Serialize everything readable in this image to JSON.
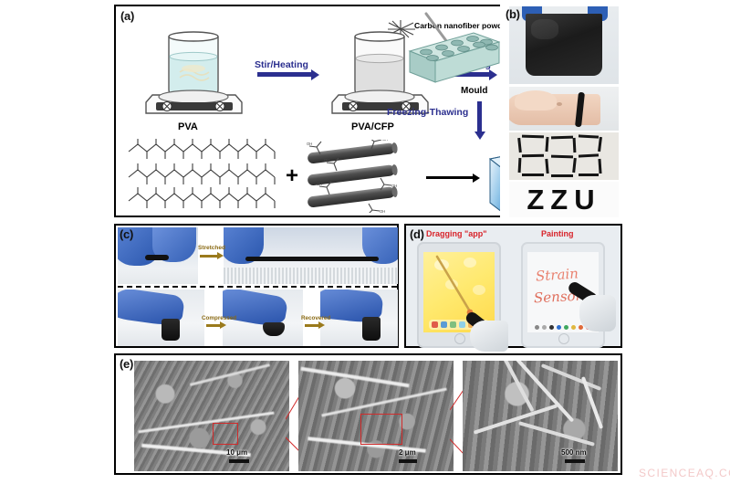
{
  "figure": {
    "watermark": "SCIENCEAQ.COM",
    "panels": [
      {
        "id": "a",
        "label": "(a)"
      },
      {
        "id": "b",
        "label": "(b)"
      },
      {
        "id": "c",
        "label": "(c)"
      },
      {
        "id": "d",
        "label": "(d)"
      },
      {
        "id": "e",
        "label": "(e)"
      }
    ]
  },
  "panel_a": {
    "label": "(a)",
    "callout_nanofiber": "Carbon nanofiber powders",
    "beaker1_caption": "PVA",
    "beaker2_caption": "PVA/CFP",
    "arrow1_label": "Stir/Heating",
    "arrow2_label": "Stir/Heating",
    "mould_label": "Mould",
    "freeze_label": "Freezing-Thawing",
    "plus_sign": "+",
    "oh_group": "OH",
    "polymer_chains": 3,
    "nanofiber_rods": 3
  },
  "panel_b": {
    "label": "(b)",
    "images": [
      {
        "name": "hydrogel-film-stretched-by-hands"
      },
      {
        "name": "hydrogel-band-worn-on-wrist"
      },
      {
        "name": "hydrogel-strips-grid-on-paper"
      },
      {
        "name": "hydrogel-letters-zzu"
      }
    ],
    "letters": "ZZU"
  },
  "panel_c": {
    "label": "(c)",
    "top_arrow_label": "Stretched",
    "bottom_arrow_labels": [
      "Compressed",
      "Recovered"
    ],
    "top_images": [
      {
        "name": "gloved-fingers-holding-short-hydrogel"
      },
      {
        "name": "gloved-fingers-holding-stretched-hydrogel"
      }
    ],
    "bottom_images": [
      {
        "name": "hydrogel-cylinder-original"
      },
      {
        "name": "hydrogel-cylinder-compressed"
      },
      {
        "name": "hydrogel-cylinder-recovered"
      }
    ]
  },
  "panel_d": {
    "label": "(d)",
    "left_title": "Dragging \"app\"",
    "right_title": "Painting",
    "handwriting_line1": "Strain",
    "handwriting_line2": "Sensor",
    "devices": [
      {
        "name": "tablet-with-yellow-home-screen"
      },
      {
        "name": "tablet-with-white-drawing-canvas"
      }
    ]
  },
  "panel_e": {
    "label": "(e)",
    "images": [
      {
        "name": "sem-low-magnification",
        "scale": "10 μm"
      },
      {
        "name": "sem-medium-magnification",
        "scale": "2 μm"
      },
      {
        "name": "sem-high-magnification",
        "scale": "500 nm"
      }
    ],
    "scalebars": [
      "10 μm",
      "2 μm",
      "500 nm"
    ]
  },
  "colors": {
    "arrow_navy": "#2b2f8f",
    "arrow_gold": "#9a7a1c",
    "title_red": "#d8232a",
    "mould_teal": "#bcd9d4",
    "cube_blue": "#6fb3e0",
    "glove_blue": "#1f4fa8",
    "sem_gray": "#8d8d8d",
    "watermark": "#f3c9c9"
  }
}
